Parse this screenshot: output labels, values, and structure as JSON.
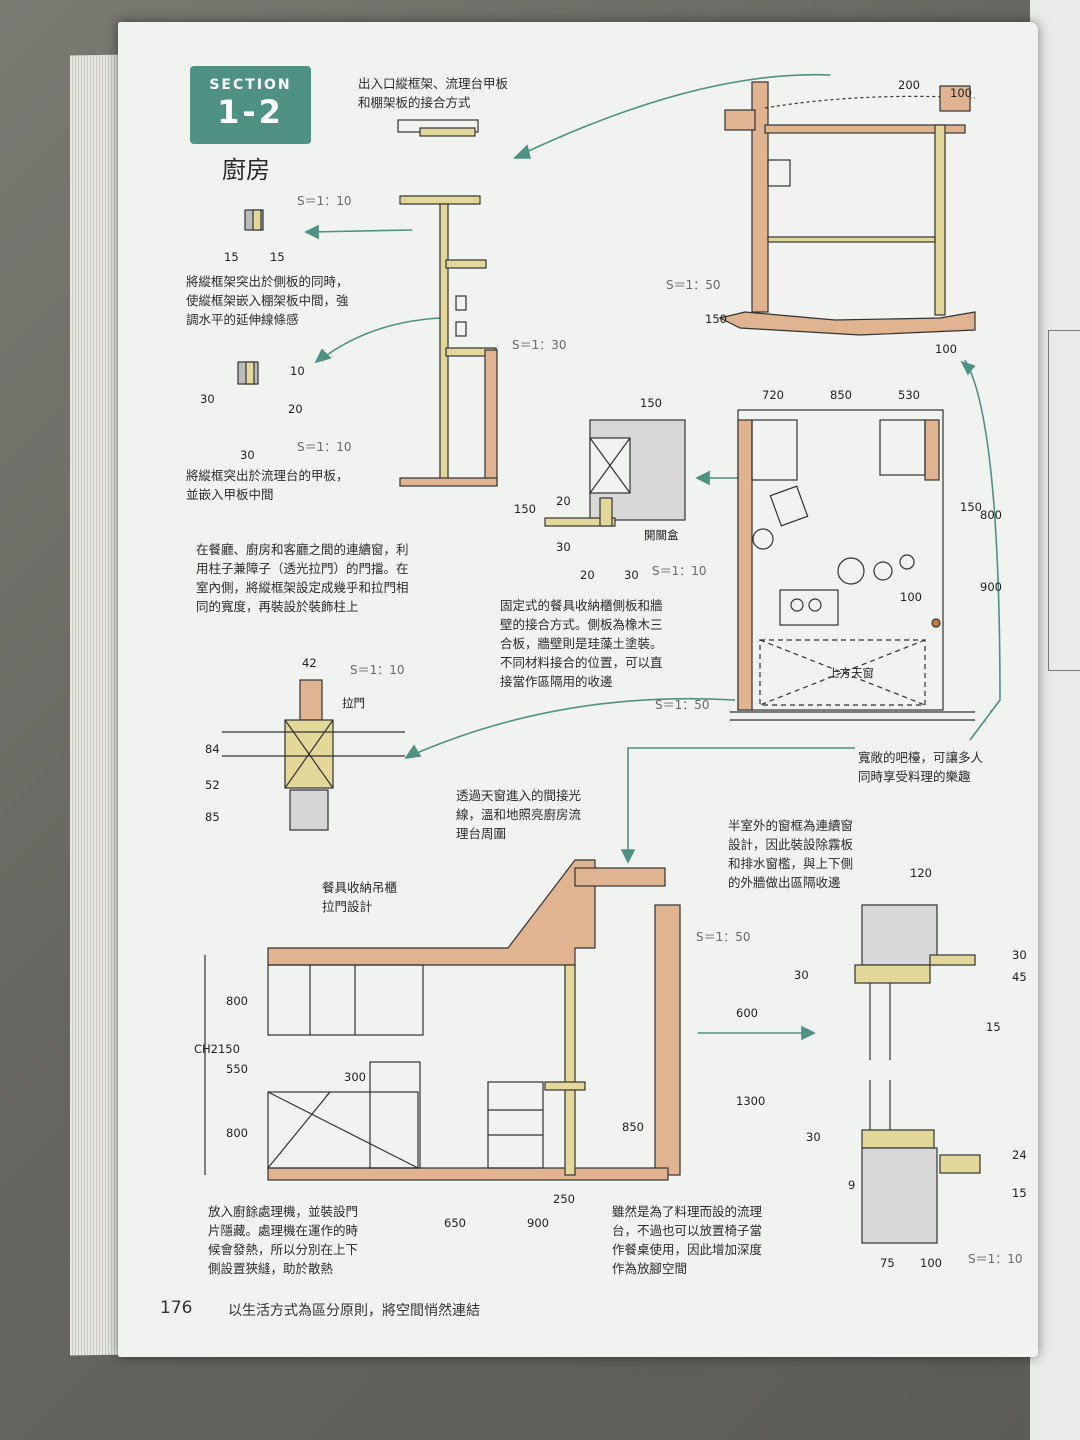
{
  "section": {
    "label": "SECTION",
    "number": "1-2"
  },
  "title": "廚房",
  "notes": {
    "top": [
      "出入口縱框架、流理台甲板",
      "和棚架板的接合方式"
    ],
    "left1": [
      "將縱框架突出於側板的同時，",
      "使縱框架嵌入棚架板中間，強",
      "調水平的延伸線條感"
    ],
    "left2": [
      "將縱框突出於流理台的甲板，",
      "並嵌入甲板中間"
    ],
    "window": [
      "在餐廳、廚房和客廳之間的連續窗，利",
      "用柱子兼障子（透光拉門）的門擋。在",
      "室內側，將縱框架設定成幾乎和拉門相",
      "同的寬度，再裝設於裝飾柱上"
    ],
    "fixed": [
      "固定式的餐具收納櫃側板和牆",
      "壁的接合方式。側板為橡木三",
      "合板，牆壁則是珪藻土塗裝。",
      "不同材料接合的位置，可以直",
      "接當作區隔用的收邊"
    ],
    "bar": [
      "寬敞的吧檯，可讓多人",
      "同時享受料理的樂趣"
    ],
    "skylight": [
      "透過天窗進入的間接光",
      "線，溫和地照亮廚房流",
      "理台周圍"
    ],
    "hanging": [
      "餐具收納吊櫃",
      "拉門設計"
    ],
    "semi": [
      "半室外的窗框為連續窗",
      "設計，因此裝設除霧板",
      "和排水窗檻，與上下側",
      "的外牆做出區隔收邊"
    ],
    "disposer": [
      "放入廚餘處理機，並裝設門",
      "片隱藏。處理機在運作的時",
      "候會發熱，所以分別在上下",
      "側設置狹縫，助於散熱"
    ],
    "counter": [
      "雖然是為了料理而設的流理",
      "台，不過也可以放置椅子當",
      "作餐桌使用，因此增加深度",
      "作為放腳空間"
    ]
  },
  "scales": {
    "s10": "S＝1：10",
    "s30": "S＝1：30",
    "s50": "S＝1：50"
  },
  "labels": {
    "sliding_door": "拉門",
    "switch_box": "開關盒",
    "skylight_above": "上方天窗"
  },
  "dims": {
    "d200": "200",
    "d100": "100",
    "d150": "150",
    "d15": "15",
    "d30": "30",
    "d10": "10",
    "d20": "20",
    "d720": "720",
    "d850": "850",
    "d530": "530",
    "d800": "800",
    "d900": "900",
    "d42": "42",
    "d84": "84",
    "d52": "52",
    "d85": "85",
    "ch2150": "CH2150",
    "d550": "550",
    "d300": "300",
    "d600": "600",
    "d1300": "1300",
    "d650": "650",
    "d250": "250",
    "d120": "120",
    "d45": "45",
    "d24": "24",
    "d9": "9",
    "d75": "75"
  },
  "footer": {
    "page_number": "176",
    "text": "以生活方式為區分原則，將空間悄然連結"
  },
  "colors": {
    "teal": "#4f9183",
    "wall": "#e0b391",
    "wood": "#e3d79a",
    "page": "#f1f3f1"
  }
}
